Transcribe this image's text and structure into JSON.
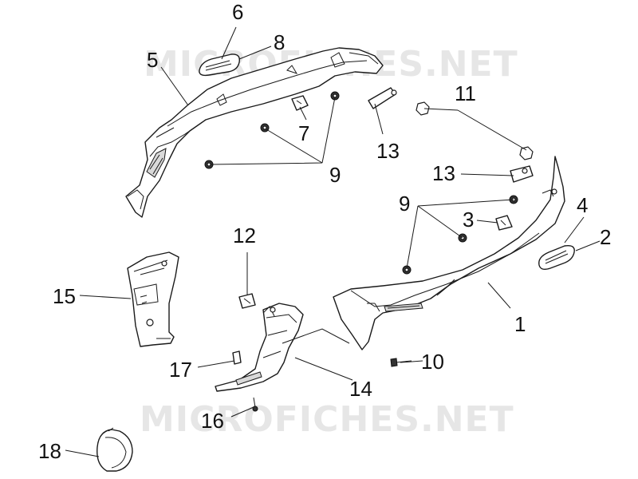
{
  "watermarks": [
    "MICROFICHES.NET",
    "MICROFICHES.NET"
  ],
  "callouts": [
    "1",
    "2",
    "3",
    "4",
    "5",
    "6",
    "7",
    "8",
    "9",
    "9",
    "10",
    "11",
    "12",
    "13",
    "13",
    "14",
    "15",
    "16",
    "17",
    "18"
  ]
}
